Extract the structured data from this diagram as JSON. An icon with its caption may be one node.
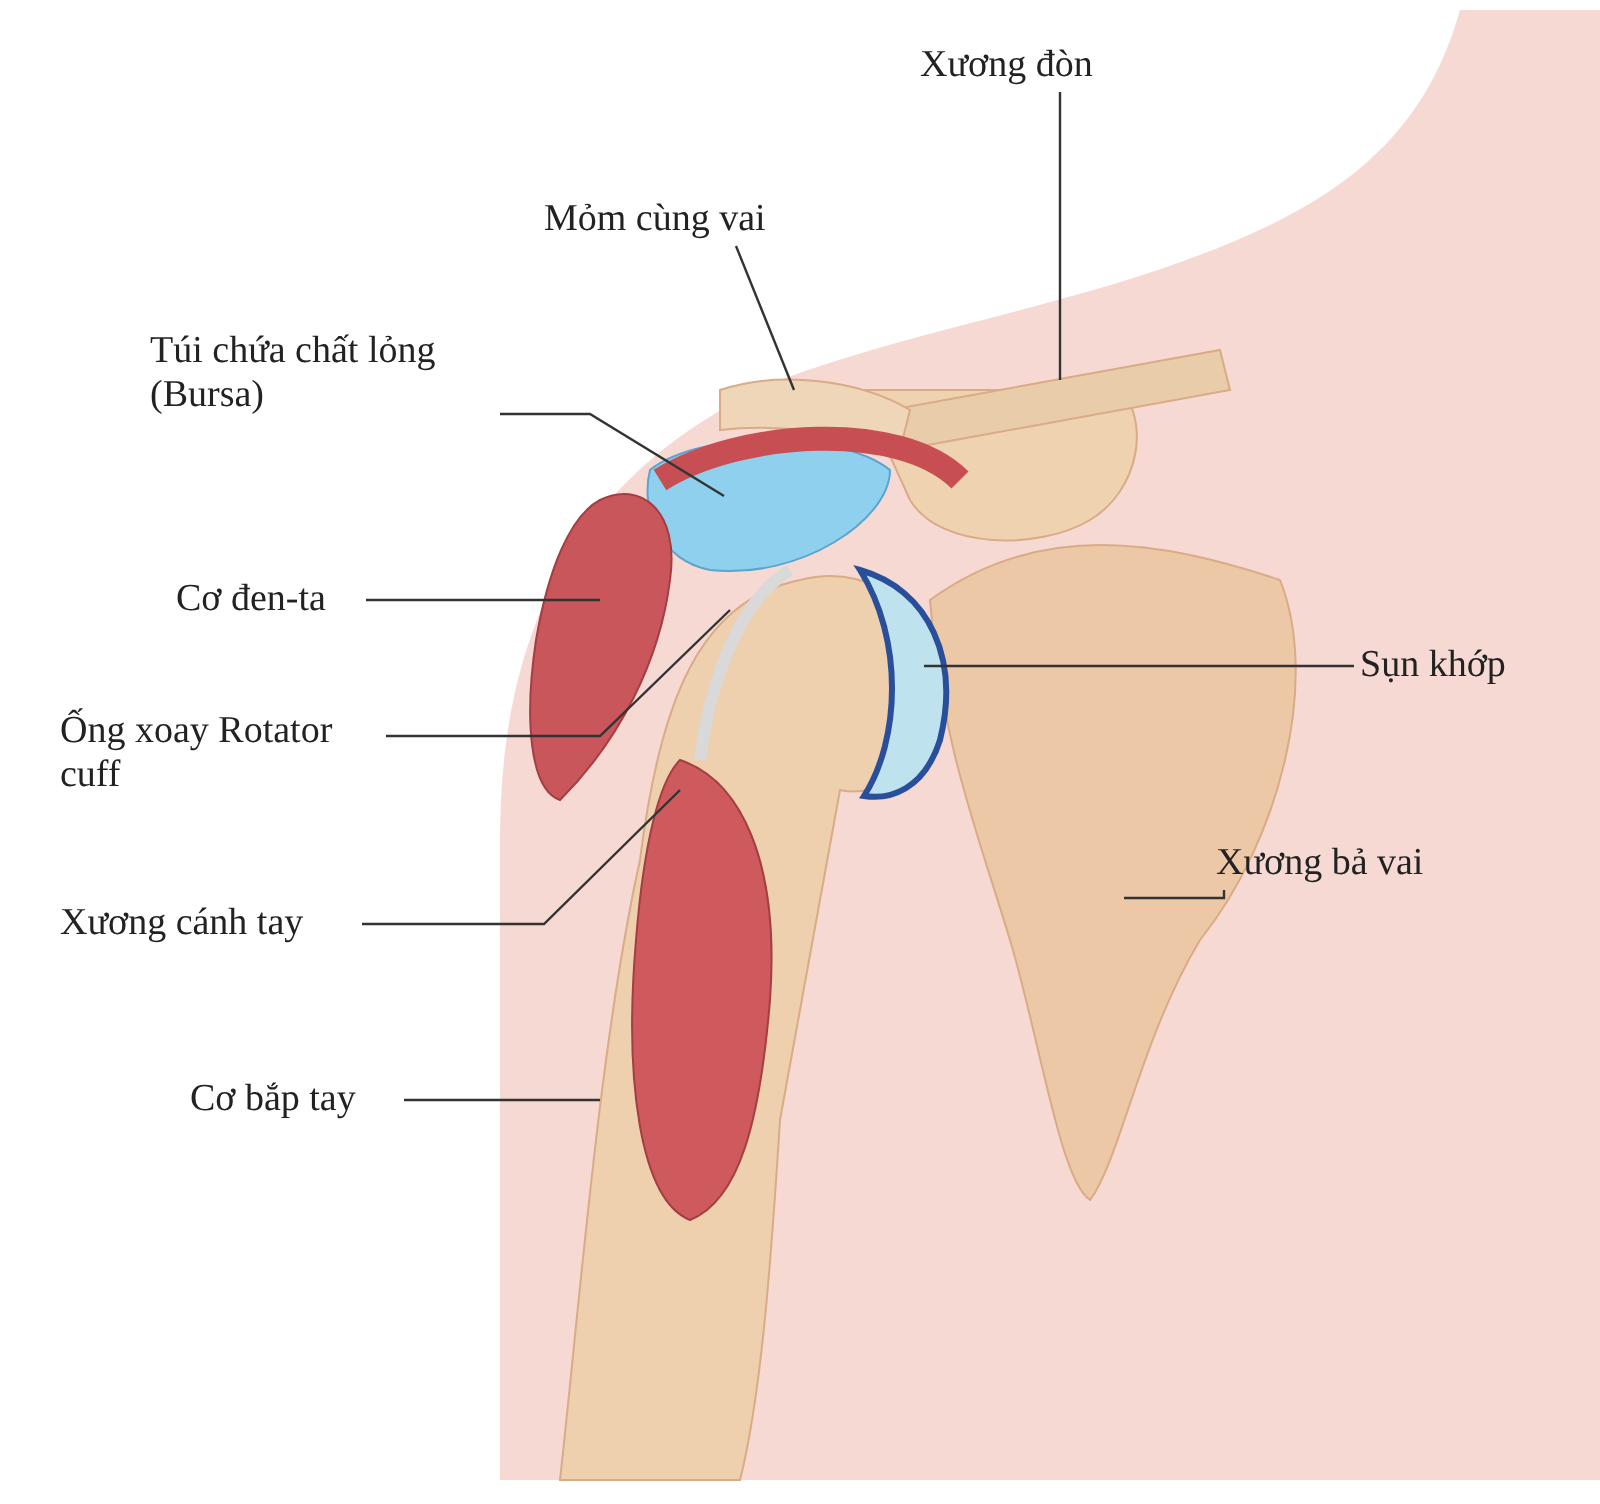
{
  "diagram": {
    "nodes": [
      {
        "text": [
          "Xương đòn"
        ]
      },
      {
        "text": [
          "Mỏm cùng vai"
        ]
      },
      {
        "text": [
          "Túi chứa chất lỏng (Bursa)"
        ]
      },
      {
        "text": [
          "Cơ đen-ta"
        ]
      },
      {
        "text": [
          "Ống xoay Rotator cuff"
        ]
      },
      {
        "text": [
          "Xương cánh tay"
        ]
      },
      {
        "text": [
          "Cơ bắp tay"
        ]
      },
      {
        "text": [
          "Sụn khớp"
        ]
      },
      {
        "text": [
          "Xương bả vai"
        ]
      }
    ],
    "edges": [
      {
        "from": 0,
        "to": null,
        "arrow": "none"
      },
      {
        "from": 1,
        "to": null,
        "arrow": "none"
      },
      {
        "from": 2,
        "to": null,
        "arrow": "none"
      },
      {
        "from": 3,
        "to": null,
        "arrow": "none"
      },
      {
        "from": 4,
        "to": null,
        "arrow": "none"
      },
      {
        "from": 5,
        "to": null,
        "arrow": "none"
      },
      {
        "from": 6,
        "to": null,
        "arrow": "none"
      },
      {
        "from": 7,
        "to": null,
        "arrow": "none"
      },
      {
        "from": 8,
        "to": null,
        "arrow": "none"
      }
    ]
  }
}
